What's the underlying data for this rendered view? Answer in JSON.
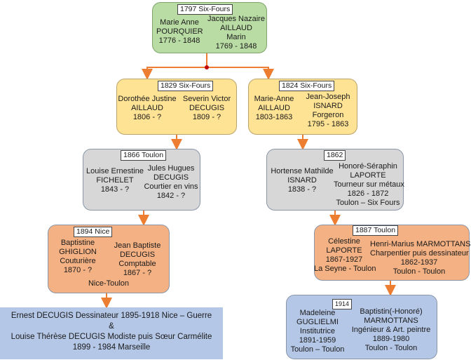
{
  "gen1": {
    "tag": "1797 Six-Fours",
    "left": [
      "Marie Anne",
      "POURQUIER",
      "1776 - 1848"
    ],
    "right": [
      "Jacques Nazaire",
      "AILLAUD",
      "Marin",
      "1769 - 1848"
    ]
  },
  "gen2a": {
    "tag": "1829 Six-Fours",
    "left": [
      "Dorothée Justine",
      "AILLAUD",
      "1806 - ?"
    ],
    "right": [
      "Severin Victor",
      "DECUGIS",
      "1809 - ?"
    ]
  },
  "gen2b": {
    "tag": "1824 Six-Fours",
    "left": [
      "Marie-Anne",
      "AILLAUD",
      "1803-1863"
    ],
    "right": [
      "Jean-Joseph",
      "ISNARD",
      "Forgeron",
      "1795 - 1863"
    ]
  },
  "gen3a": {
    "tag": "1866 Toulon",
    "left": [
      "Louise Ernestine",
      "FICHELET",
      "1843 - ?"
    ],
    "right": [
      "Jules Hugues",
      "DECUGIS",
      "Courtier en vins",
      "1842 - ?"
    ]
  },
  "gen3b": {
    "tag": "1862",
    "left": [
      "Hortense Mathilde",
      "ISNARD",
      "1838 - ?"
    ],
    "right": [
      "Honoré-Séraphin",
      "LAPORTE",
      "Tourneur sur métaux",
      "1826 - 1872",
      "Toulon – Six Fours"
    ]
  },
  "gen4a": {
    "tag": "1894 Nice",
    "left": [
      "Baptistine",
      "GHIGLION",
      "Couturière",
      "1870 - ?"
    ],
    "right": [
      "Jean Baptiste",
      "DECUGIS",
      "Comptable",
      "1867 - ?"
    ],
    "place": "Nice-Toulon"
  },
  "gen4b": {
    "tag": "1887 Toulon",
    "left": [
      "Célestine",
      "LAPORTE",
      "1867-1927",
      "La Seyne - Toulon"
    ],
    "right": [
      "Henri-Marius MARMOTTANS",
      "Charpentier puis dessinateur",
      "1862-1937",
      "Toulon - Toulon"
    ]
  },
  "gen5a": {
    "lines": [
      "Ernest DECUGIS Dessinateur 1895-1918 Nice – Guerre",
      "&",
      "Louise Thérèse DECUGIS Modiste puis Sœur Carmélite",
      "1899 - 1984  Marseille"
    ]
  },
  "gen5b": {
    "tag": "1914",
    "left": [
      "Madeleine",
      "GUGLIELMI",
      "Institutrice",
      "1891-1959",
      "Toulon – Toulon"
    ],
    "right": [
      "Baptistin(-Honoré)",
      "MARMOTTANS",
      "Ingénieur & Art. peintre",
      "1889-1980",
      "Toulon - Toulon"
    ]
  },
  "colors": {
    "green": "#b9dca4",
    "yellow": "#ffe394",
    "grey": "#d7d7d7",
    "orange": "#f4b183",
    "blue": "#b4c7e7",
    "arrow": "#ed7d31"
  }
}
